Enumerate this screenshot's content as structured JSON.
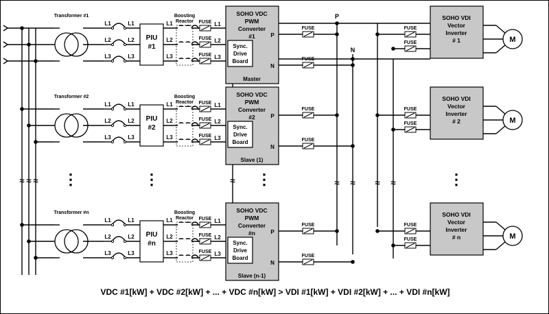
{
  "transformers": [
    "Transformer #1",
    "Transformer #2",
    "Transformer #n"
  ],
  "phase_labels": [
    "L1",
    "L2",
    "L3"
  ],
  "piu": [
    {
      "line1": "PIU",
      "line2": "#1"
    },
    {
      "line1": "PIU",
      "line2": "#2"
    },
    {
      "line1": "PIU",
      "line2": "#n"
    }
  ],
  "reactor_label": {
    "line1": "Boosting",
    "line2": "Reactor"
  },
  "fuse_label": "FUSE",
  "converters": [
    {
      "l1": "SOHO VDC",
      "l2": "PWM",
      "l3": "Converter",
      "l4": "#1",
      "role": "Master"
    },
    {
      "l1": "SOHO VDC",
      "l2": "PWM",
      "l3": "Converter",
      "l4": "#2",
      "role": "Slave (1)"
    },
    {
      "l1": "SOHO VDC",
      "l2": "PWM",
      "l3": "Converter",
      "l4": "#n",
      "role": "Slave (n-1)"
    }
  ],
  "sync_board": {
    "l1": "Sync.",
    "l2": "Drive",
    "l3": "Board"
  },
  "terminal_p": "P",
  "terminal_n": "N",
  "bus_p": "P",
  "bus_n": "N",
  "inverters": [
    {
      "l1": "SOHO VDI",
      "l2": "Vector",
      "l3": "Inverter",
      "l4": "# 1"
    },
    {
      "l1": "SOHO VDI",
      "l2": "Vector",
      "l3": "Inverter",
      "l4": "# 2"
    },
    {
      "l1": "SOHO VDI",
      "l2": "Vector",
      "l3": "Inverter",
      "l4": "# n"
    }
  ],
  "motor": "M",
  "break_symbol": "≈",
  "ellipsis": "⋮",
  "formula": "VDC #1[kW] + VDC #2[kW] + ... + VDC #n[kW] > VDI #1[kW] + VDI #2[kW] + ... + VDI #n[kW]"
}
